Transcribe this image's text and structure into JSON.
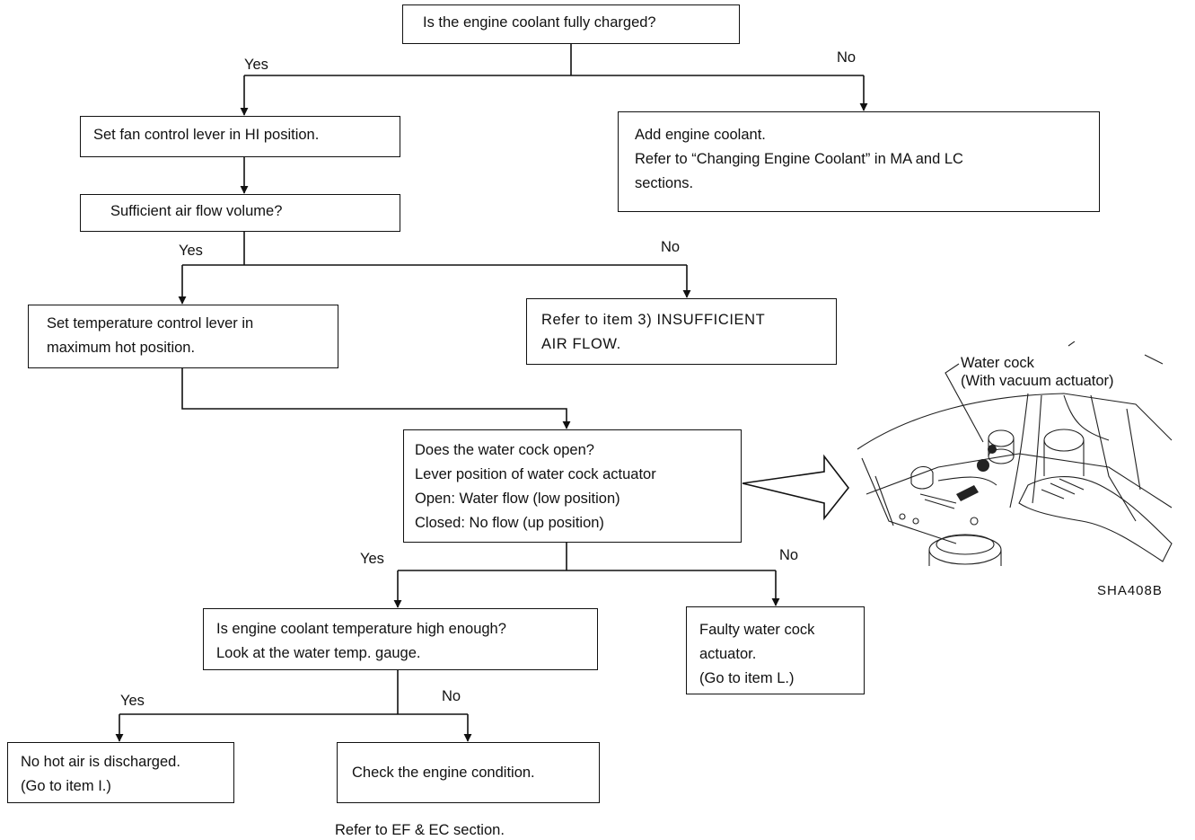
{
  "flowchart": {
    "nodes": {
      "q_coolant": {
        "lines": [
          "Is the engine coolant fully charged?"
        ]
      },
      "add_coolant": {
        "lines": [
          "Add engine coolant.",
          "Refer to “Changing Engine Coolant” in MA and LC",
          "sections."
        ]
      },
      "set_fan": {
        "lines": [
          "Set fan control lever in HI position."
        ]
      },
      "q_airflow": {
        "lines": [
          "Sufficient air flow volume?"
        ]
      },
      "set_temp": {
        "lines": [
          "Set temperature control lever in",
          "maximum hot position."
        ]
      },
      "ref_insufficient": {
        "lines": [
          "Refer to item 3) INSUFFICIENT",
          "AIR FLOW."
        ]
      },
      "q_watercock": {
        "lines": [
          "Does the water cock open?",
          "Lever position of water cock actuator",
          "Open:  Water flow (low position)",
          "Closed:  No flow (up position)"
        ]
      },
      "q_temp_high": {
        "lines": [
          "Is engine coolant temperature high enough?",
          "Look at the water temp. gauge."
        ]
      },
      "faulty_actuator": {
        "lines": [
          "Faulty water cock",
          "actuator.",
          "(Go to item L.)"
        ]
      },
      "no_hot_air": {
        "lines": [
          "No hot air is discharged.",
          "(Go to item I.)"
        ]
      },
      "check_engine": {
        "lines": [
          "Check the engine condition."
        ]
      }
    },
    "branch_labels": {
      "coolant_yes": "Yes",
      "coolant_no": "No",
      "airflow_yes": "Yes",
      "airflow_no": "No",
      "watercock_yes": "Yes",
      "watercock_no": "No",
      "temp_yes": "Yes",
      "temp_no": "No"
    },
    "footnote": "Refer to EF & EC section."
  },
  "illustration": {
    "callout_line1": "Water cock",
    "callout_line2": "(With vacuum actuator)",
    "figure_code": "SHA408B"
  }
}
